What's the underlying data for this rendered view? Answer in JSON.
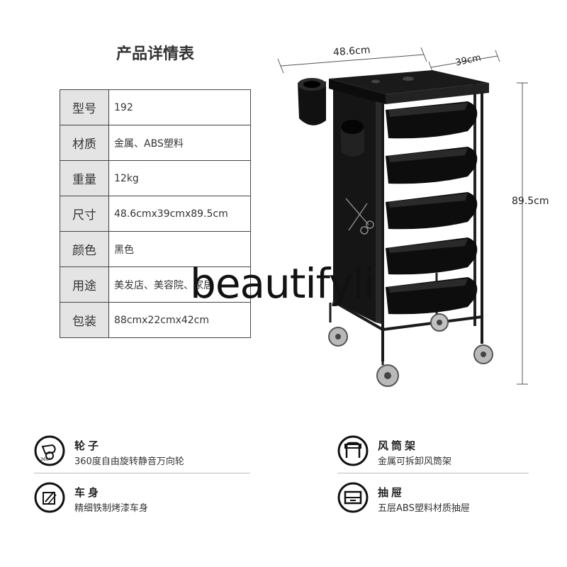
{
  "title": "产品详情表",
  "specs": [
    {
      "key": "型号",
      "value": "192"
    },
    {
      "key": "材质",
      "value": "金属、ABS塑料"
    },
    {
      "key": "重量",
      "value": "12kg"
    },
    {
      "key": "尺寸",
      "value": "48.6cmx39cmx89.5cm"
    },
    {
      "key": "颜色",
      "value": "黑色"
    },
    {
      "key": "用途",
      "value": "美发店、美容院、家居"
    },
    {
      "key": "包装",
      "value": "88cmx22cmx42cm"
    }
  ],
  "dimensions": {
    "width": "48.6cm",
    "depth": "39cm",
    "height": "89.5cm"
  },
  "watermark": "beautifyli",
  "features": [
    {
      "title": "轮子",
      "desc": "360度自由旋转静音万向轮",
      "icon": "wheel-icon"
    },
    {
      "title": "风筒架",
      "desc": "金属可拆卸风筒架",
      "icon": "dryer-holder-icon"
    },
    {
      "title": "车身",
      "desc": "精细铁制烤漆车身",
      "icon": "cart-body-icon"
    },
    {
      "title": "抽屉",
      "desc": "五层ABS塑料材质抽屉",
      "icon": "drawer-icon"
    }
  ]
}
